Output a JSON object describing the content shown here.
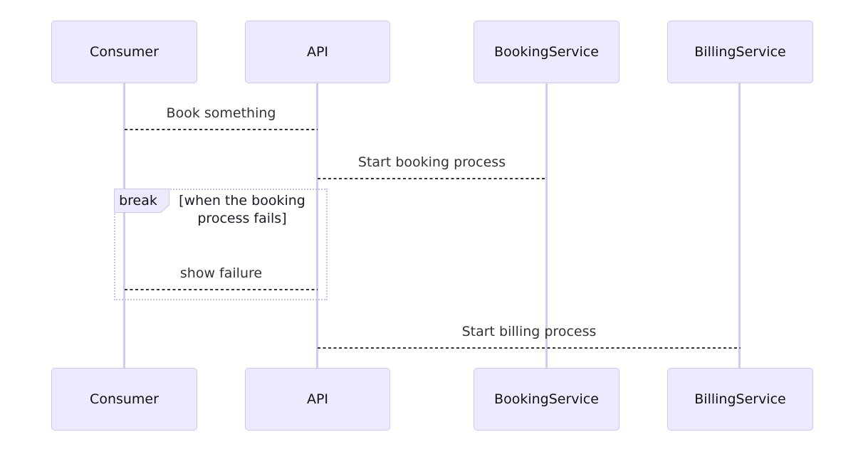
{
  "diagram": {
    "type": "sequence-diagram",
    "participants": [
      {
        "id": "consumer",
        "label": "Consumer"
      },
      {
        "id": "api",
        "label": "API"
      },
      {
        "id": "booking",
        "label": "BookingService"
      },
      {
        "id": "billing",
        "label": "BillingService"
      }
    ],
    "messages": [
      {
        "from": "Consumer",
        "to": "API",
        "label": "Book something",
        "line_style": "dotted",
        "arrowhead": "none"
      },
      {
        "from": "API",
        "to": "BookingService",
        "label": "Start booking process",
        "line_style": "dotted",
        "arrowhead": "none"
      },
      {
        "from": "API",
        "to": "Consumer",
        "label": "show failure",
        "line_style": "dotted",
        "arrowhead": "none",
        "inside_fragment": "break"
      },
      {
        "from": "API",
        "to": "BillingService",
        "label": "Start billing process",
        "line_style": "dotted",
        "arrowhead": "none"
      }
    ],
    "fragment": {
      "kind": "break",
      "label": "break",
      "condition": "[when the booking process fails]",
      "covers": [
        "Consumer",
        "API"
      ]
    },
    "colors": {
      "background": "#FFFFFF",
      "actor_fill": "#ECEAFC",
      "actor_border": "#CFC7EF",
      "lifeline": "#D4CCEF",
      "message_line": "#333333",
      "message_text": "#333333",
      "fragment_border": "#C8C1E9",
      "fragment_label_fill": "#ECEAFC",
      "text": "#111111"
    }
  }
}
